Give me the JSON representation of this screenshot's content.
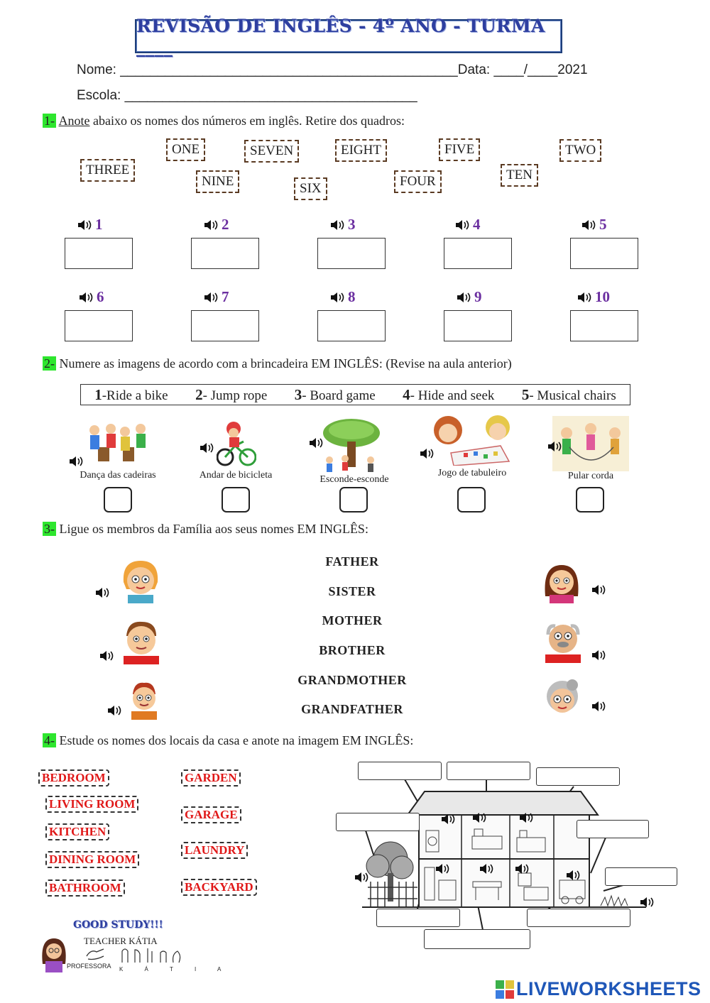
{
  "title": "REVISÃO DE INGLÊS - 4º ANO - TURMA ____",
  "header": {
    "nome_line": "Nome: _____________________________________________Data: ____/____2021",
    "escola_line": "Escola: _______________________________________"
  },
  "q1": {
    "number": "1-",
    "prefix": "Anote",
    "text": " abaixo os nomes dos números em inglês. Retire dos quadros:",
    "words": [
      "THREE",
      "ONE",
      "NINE",
      "SEVEN",
      "SIX",
      "EIGHT",
      "FOUR",
      "FIVE",
      "TEN",
      "TWO"
    ],
    "numbers": [
      "1",
      "2",
      "3",
      "4",
      "5",
      "6",
      "7",
      "8",
      "9",
      "10"
    ]
  },
  "q2": {
    "number": "2-",
    "text": "Numere as imagens de acordo com a brincadeira EM INGLÊS: (Revise na aula anterior)",
    "options": [
      {
        "n": "1",
        "label": "-Ride a bike"
      },
      {
        "n": "2",
        "label": "- Jump rope"
      },
      {
        "n": "3",
        "label": "- Board game"
      },
      {
        "n": "4",
        "label": "- Hide and seek"
      },
      {
        "n": "5",
        "label": "- Musical chairs"
      }
    ],
    "captions": [
      "Dança das cadeiras",
      "Andar de bicicleta",
      "Esconde-esconde",
      "Jogo de tabuleiro",
      "Pular corda"
    ]
  },
  "q3": {
    "number": "3-",
    "text": "Ligue os membros da Família aos seus nomes EM INGLÊS:",
    "words": [
      "FATHER",
      "SISTER",
      "MOTHER",
      "BROTHER",
      "GRANDMOTHER",
      "GRANDFATHER"
    ]
  },
  "q4": {
    "number": "4-",
    "text": "Estude os nomes dos locais da casa e anote na imagem EM INGLÊS:",
    "words_left": [
      "BEDROOM",
      "LIVING ROOM",
      "KITCHEN",
      "DINING ROOM",
      "BATHROOM"
    ],
    "words_right": [
      "GARDEN",
      "GARAGE",
      "LAUNDRY",
      "BACKYARD"
    ]
  },
  "footer": {
    "good_study": "GOOD STUDY!!!",
    "teacher": "TEACHER KÁTIA",
    "professora": "PROFESSORA",
    "katia_letters": "K Á T I A",
    "brand": "LIVEWORKSHEETS"
  },
  "colors": {
    "title": "#2e3fa0",
    "number_purple": "#6b2fa0",
    "highlight": "#2ee62e",
    "house_word": "#e01818"
  }
}
